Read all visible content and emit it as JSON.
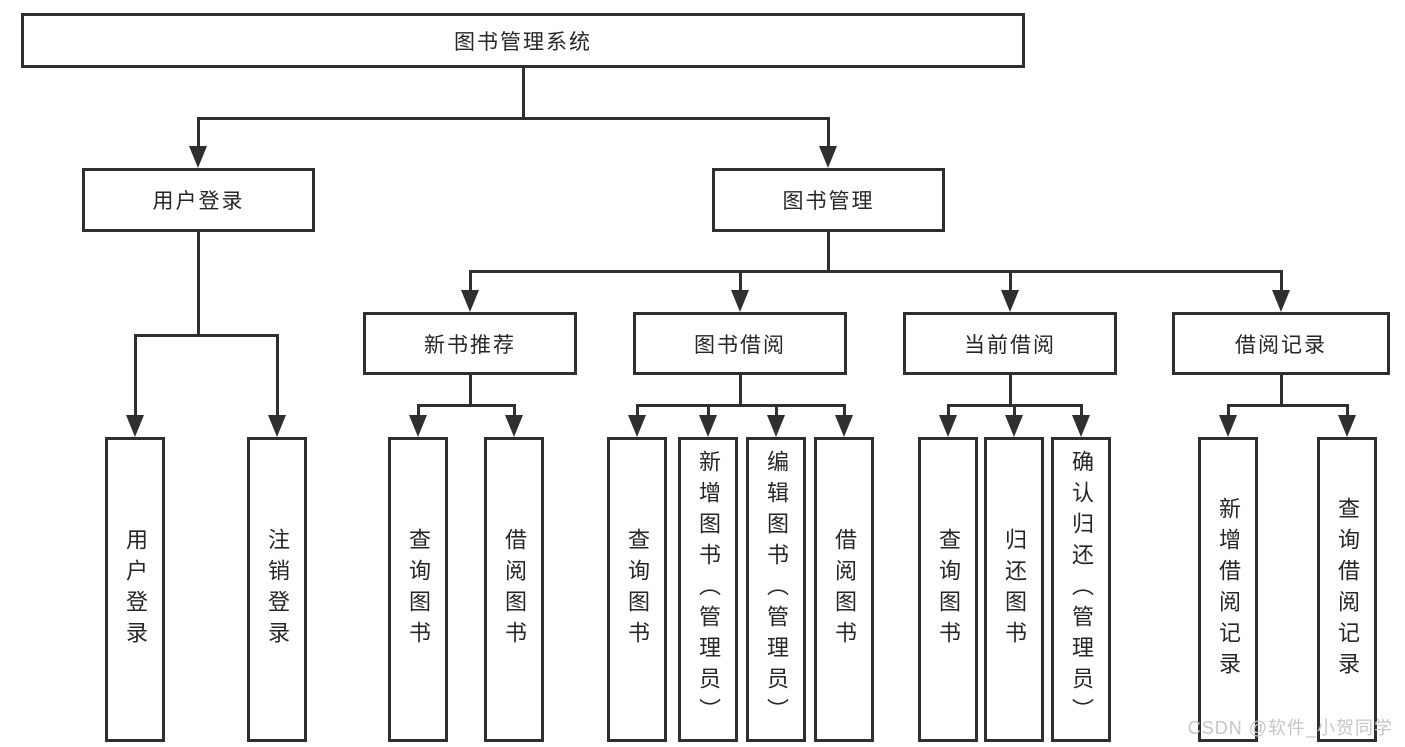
{
  "colors": {
    "line": "#2f2f2f",
    "text": "#262626",
    "background": "#ffffff",
    "watermark": "#c6c6c6"
  },
  "watermark": {
    "text": "CSDN @软件_小贺同学"
  },
  "tree": {
    "root": {
      "label": "图书管理系统"
    },
    "branches": [
      {
        "label": "用户登录",
        "children": [
          {
            "label": "用户登录"
          },
          {
            "label": "注销登录"
          }
        ]
      },
      {
        "label": "图书管理",
        "children": [
          {
            "label": "新书推荐",
            "children": [
              {
                "label": "查询图书"
              },
              {
                "label": "借阅图书"
              }
            ]
          },
          {
            "label": "图书借阅",
            "children": [
              {
                "label": "查询图书"
              },
              {
                "label": "新增图书（管理员）"
              },
              {
                "label": "编辑图书（管理员）"
              },
              {
                "label": "借阅图书"
              }
            ]
          },
          {
            "label": "当前借阅",
            "children": [
              {
                "label": "查询图书"
              },
              {
                "label": "归还图书"
              },
              {
                "label": "确认归还（管理员）"
              }
            ]
          },
          {
            "label": "借阅记录",
            "children": [
              {
                "label": "新增借阅记录"
              },
              {
                "label": "查询借阅记录"
              }
            ]
          }
        ]
      }
    ]
  }
}
